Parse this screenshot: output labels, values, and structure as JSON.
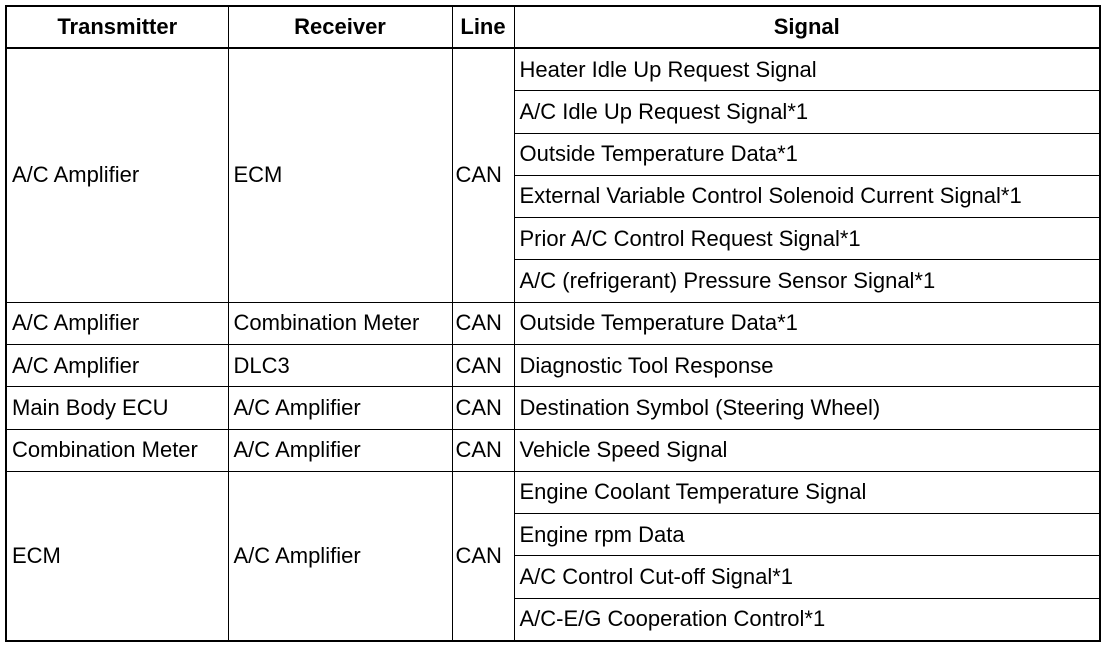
{
  "headers": {
    "transmitter": "Transmitter",
    "receiver": "Receiver",
    "line": "Line",
    "signal": "Signal"
  },
  "groups": [
    {
      "transmitter": "A/C Amplifier",
      "receiver": "ECM",
      "line": "CAN",
      "signals": [
        "Heater Idle Up Request Signal",
        "A/C Idle Up Request Signal*1",
        "Outside Temperature Data*1",
        "External Variable Control Solenoid Current Signal*1",
        "Prior A/C Control Request Signal*1",
        "A/C (refrigerant) Pressure Sensor Signal*1"
      ]
    },
    {
      "transmitter": "A/C Amplifier",
      "receiver": "Combination Meter",
      "line": "CAN",
      "signals": [
        "Outside Temperature Data*1"
      ]
    },
    {
      "transmitter": "A/C Amplifier",
      "receiver": "DLC3",
      "line": "CAN",
      "signals": [
        "Diagnostic Tool Response"
      ]
    },
    {
      "transmitter": "Main Body ECU",
      "receiver": "A/C Amplifier",
      "line": "CAN",
      "signals": [
        "Destination Symbol (Steering Wheel)"
      ]
    },
    {
      "transmitter": "Combination Meter",
      "receiver": "A/C Amplifier",
      "line": "CAN",
      "signals": [
        "Vehicle Speed Signal"
      ]
    },
    {
      "transmitter": "ECM",
      "receiver": "A/C Amplifier",
      "line": "CAN",
      "signals": [
        "Engine Coolant Temperature Signal",
        "Engine rpm Data",
        "A/C Control Cut-off Signal*1",
        "A/C-E/G Cooperation Control*1"
      ]
    }
  ]
}
